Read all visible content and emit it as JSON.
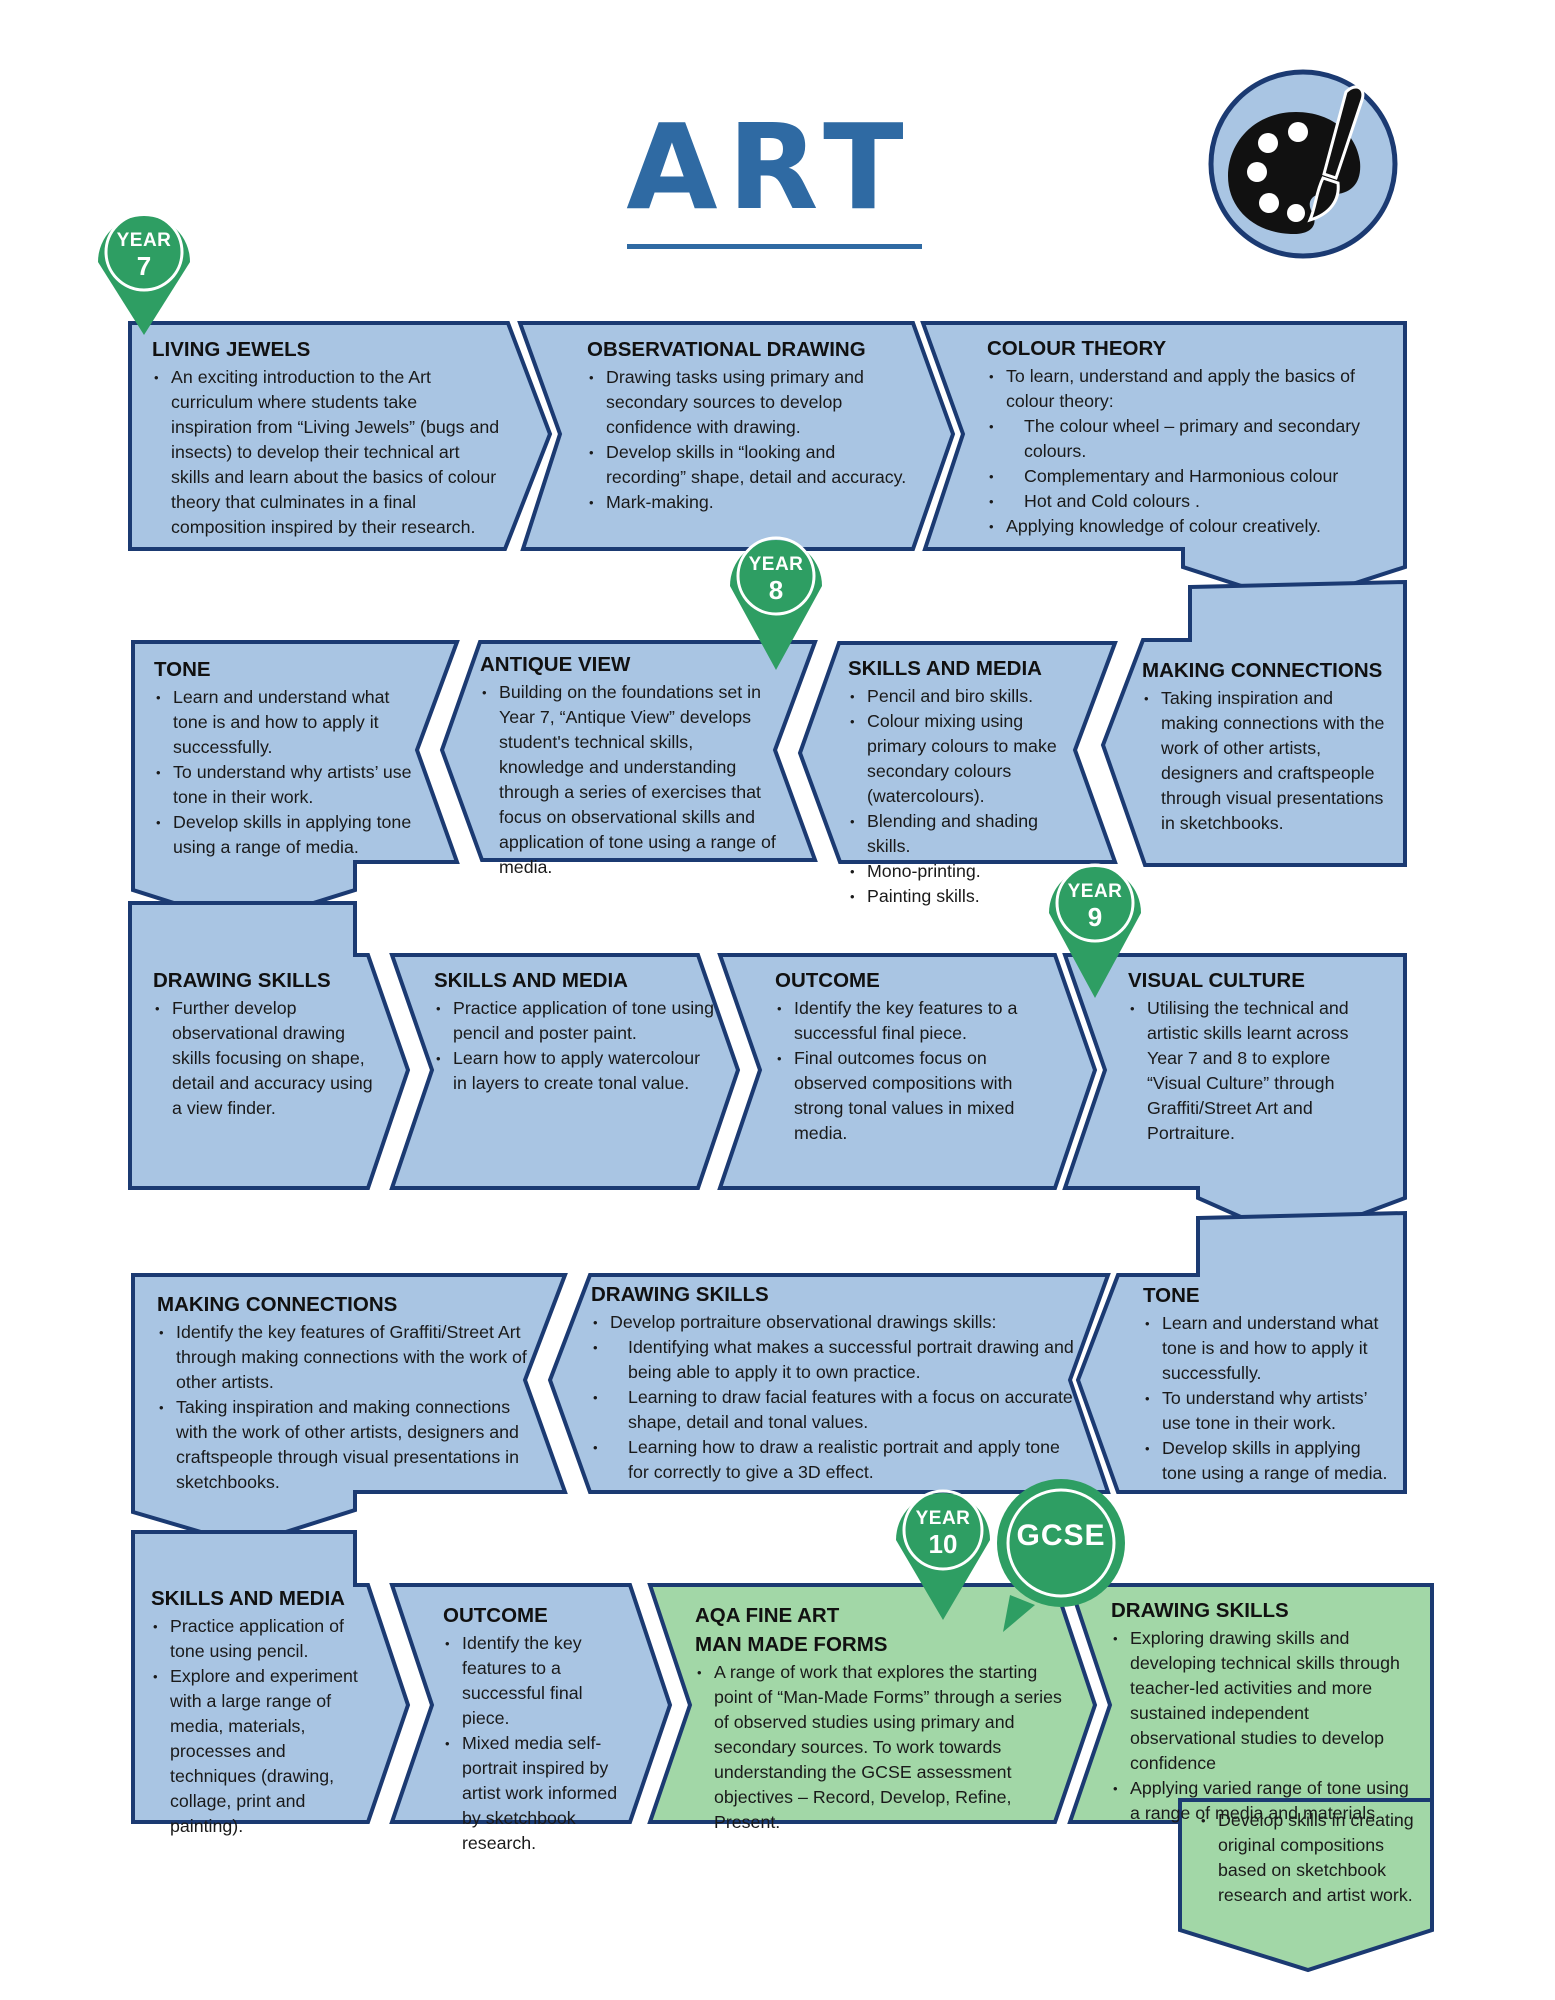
{
  "title": "ART",
  "icons": {
    "header": "palette-brush-icon"
  },
  "colors": {
    "blue_fill": "#a9c5e3",
    "green_fill": "#a2d7a7",
    "border": "#1b3a72",
    "title": "#2f6aa3",
    "pin": "#2e9e63"
  },
  "pins": {
    "y7": {
      "word": "YEAR",
      "num": "7"
    },
    "y8": {
      "word": "YEAR",
      "num": "8"
    },
    "y9": {
      "word": "YEAR",
      "num": "9"
    },
    "y10": {
      "word": "YEAR",
      "num": "10"
    },
    "gcse": "GCSE"
  },
  "boxes": {
    "living_jewels": {
      "title": "LIVING JEWELS",
      "bullets": [
        "An exciting introduction to the Art curriculum where students take inspiration from “Living Jewels” (bugs and insects) to develop their technical art skills and learn about the basics of colour theory that culminates in a final composition inspired by their research."
      ]
    },
    "observational_drawing": {
      "title": "OBSERVATIONAL DRAWING",
      "bullets": [
        "Drawing tasks using primary and secondary sources to develop confidence with drawing.",
        "Develop skills in “looking and recording” shape, detail and accuracy.",
        "Mark-making."
      ]
    },
    "colour_theory": {
      "title": "COLOUR THEORY",
      "b1": "To learn, understand and apply the basics of colour theory:",
      "s1": "The colour wheel – primary and secondary colours.",
      "s2": "Complementary and Harmonious colour",
      "s3": "Hot and Cold colours .",
      "b2": "Applying knowledge of colour creatively."
    },
    "tone_y7": {
      "title": "TONE",
      "bullets": [
        "Learn and understand what tone is and how to apply it successfully.",
        "To understand why artists’ use tone in their work.",
        "Develop skills in applying tone using a range of media."
      ]
    },
    "antique_view": {
      "title": "ANTIQUE VIEW",
      "bullets": [
        "Building on the foundations set in Year 7, “Antique View” develops student's technical skills, knowledge and understanding through a series of exercises that focus on observational skills and application of tone using a range of media."
      ]
    },
    "skills_media_y8a": {
      "title": "SKILLS AND MEDIA",
      "bullets": [
        "Pencil and biro skills.",
        "Colour mixing using primary colours to make secondary colours (watercolours).",
        "Blending and shading skills.",
        "Mono-printing.",
        "Painting skills."
      ]
    },
    "making_connections_y8": {
      "title": "MAKING CONNECTIONS",
      "bullets": [
        "Taking inspiration and making connections with the work of other artists, designers and craftspeople through visual presentations in sketchbooks."
      ]
    },
    "drawing_skills_y8": {
      "title": "DRAWING SKILLS",
      "bullets": [
        "Further develop observational drawing skills focusing on shape, detail and accuracy using a view finder."
      ]
    },
    "skills_media_y8b": {
      "title": "SKILLS AND MEDIA",
      "bullets": [
        "Practice application of tone using pencil and poster paint.",
        "Learn how to apply watercolour in layers to create tonal value."
      ]
    },
    "outcome_y8": {
      "title": "OUTCOME",
      "bullets": [
        "Identify the key features to a successful final piece.",
        "Final outcomes focus on observed compositions with strong tonal values in mixed media."
      ]
    },
    "visual_culture": {
      "title": "VISUAL CULTURE",
      "bullets": [
        "Utilising the technical and artistic skills learnt across Year 7 and 8 to explore “Visual Culture” through Graffiti/Street Art and Portraiture."
      ]
    },
    "tone_y9": {
      "title": "TONE",
      "bullets": [
        "Learn and understand what tone is and how to apply it successfully.",
        "To understand why artists’ use tone in their work.",
        "Develop skills in applying tone using a range of media."
      ]
    },
    "drawing_skills_y9": {
      "title": "DRAWING SKILLS",
      "b1": "Develop portraiture observational drawings skills:",
      "s1": "Identifying what makes a successful portrait drawing and being able to apply it to own practice.",
      "s2": "Learning to draw facial features with a focus on accurate shape, detail and tonal values.",
      "s3": "Learning how to draw a realistic portrait and apply tone for correctly to give a 3D effect."
    },
    "making_connections_y9": {
      "title": "MAKING CONNECTIONS",
      "bullets": [
        "Identify the key features of Graffiti/Street Art through making connections with the work of other artists.",
        "Taking inspiration and making connections with the work of other artists, designers and craftspeople through visual presentations in sketchbooks."
      ]
    },
    "skills_media_y9": {
      "title": "SKILLS AND MEDIA",
      "bullets": [
        "Practice application of tone using pencil.",
        "Explore and experiment with a large range of media, materials, processes and techniques (drawing, collage, print and painting)."
      ]
    },
    "outcome_y9": {
      "title": "OUTCOME",
      "bullets": [
        "Identify the key features to a successful final piece.",
        "Mixed media self-portrait inspired by artist work informed by sketchbook research."
      ]
    },
    "aqa": {
      "title1": "AQA FINE ART",
      "title2": "MAN MADE FORMS",
      "bullets": [
        "A range of work that explores the starting point of “Man-Made Forms” through a series of observed studies using primary and secondary sources.  To work towards understanding the GCSE assessment objectives – Record, Develop, Refine, Present."
      ]
    },
    "drawing_skills_y10": {
      "title": "DRAWING SKILLS",
      "bullets": [
        "Exploring drawing skills and developing technical skills through teacher-led activities and more sustained independent observational studies to develop confidence",
        "Applying varied range of tone using a range of media and materials"
      ],
      "extra": "Develop skills in creating original compositions based on sketchbook research and artist work."
    }
  }
}
